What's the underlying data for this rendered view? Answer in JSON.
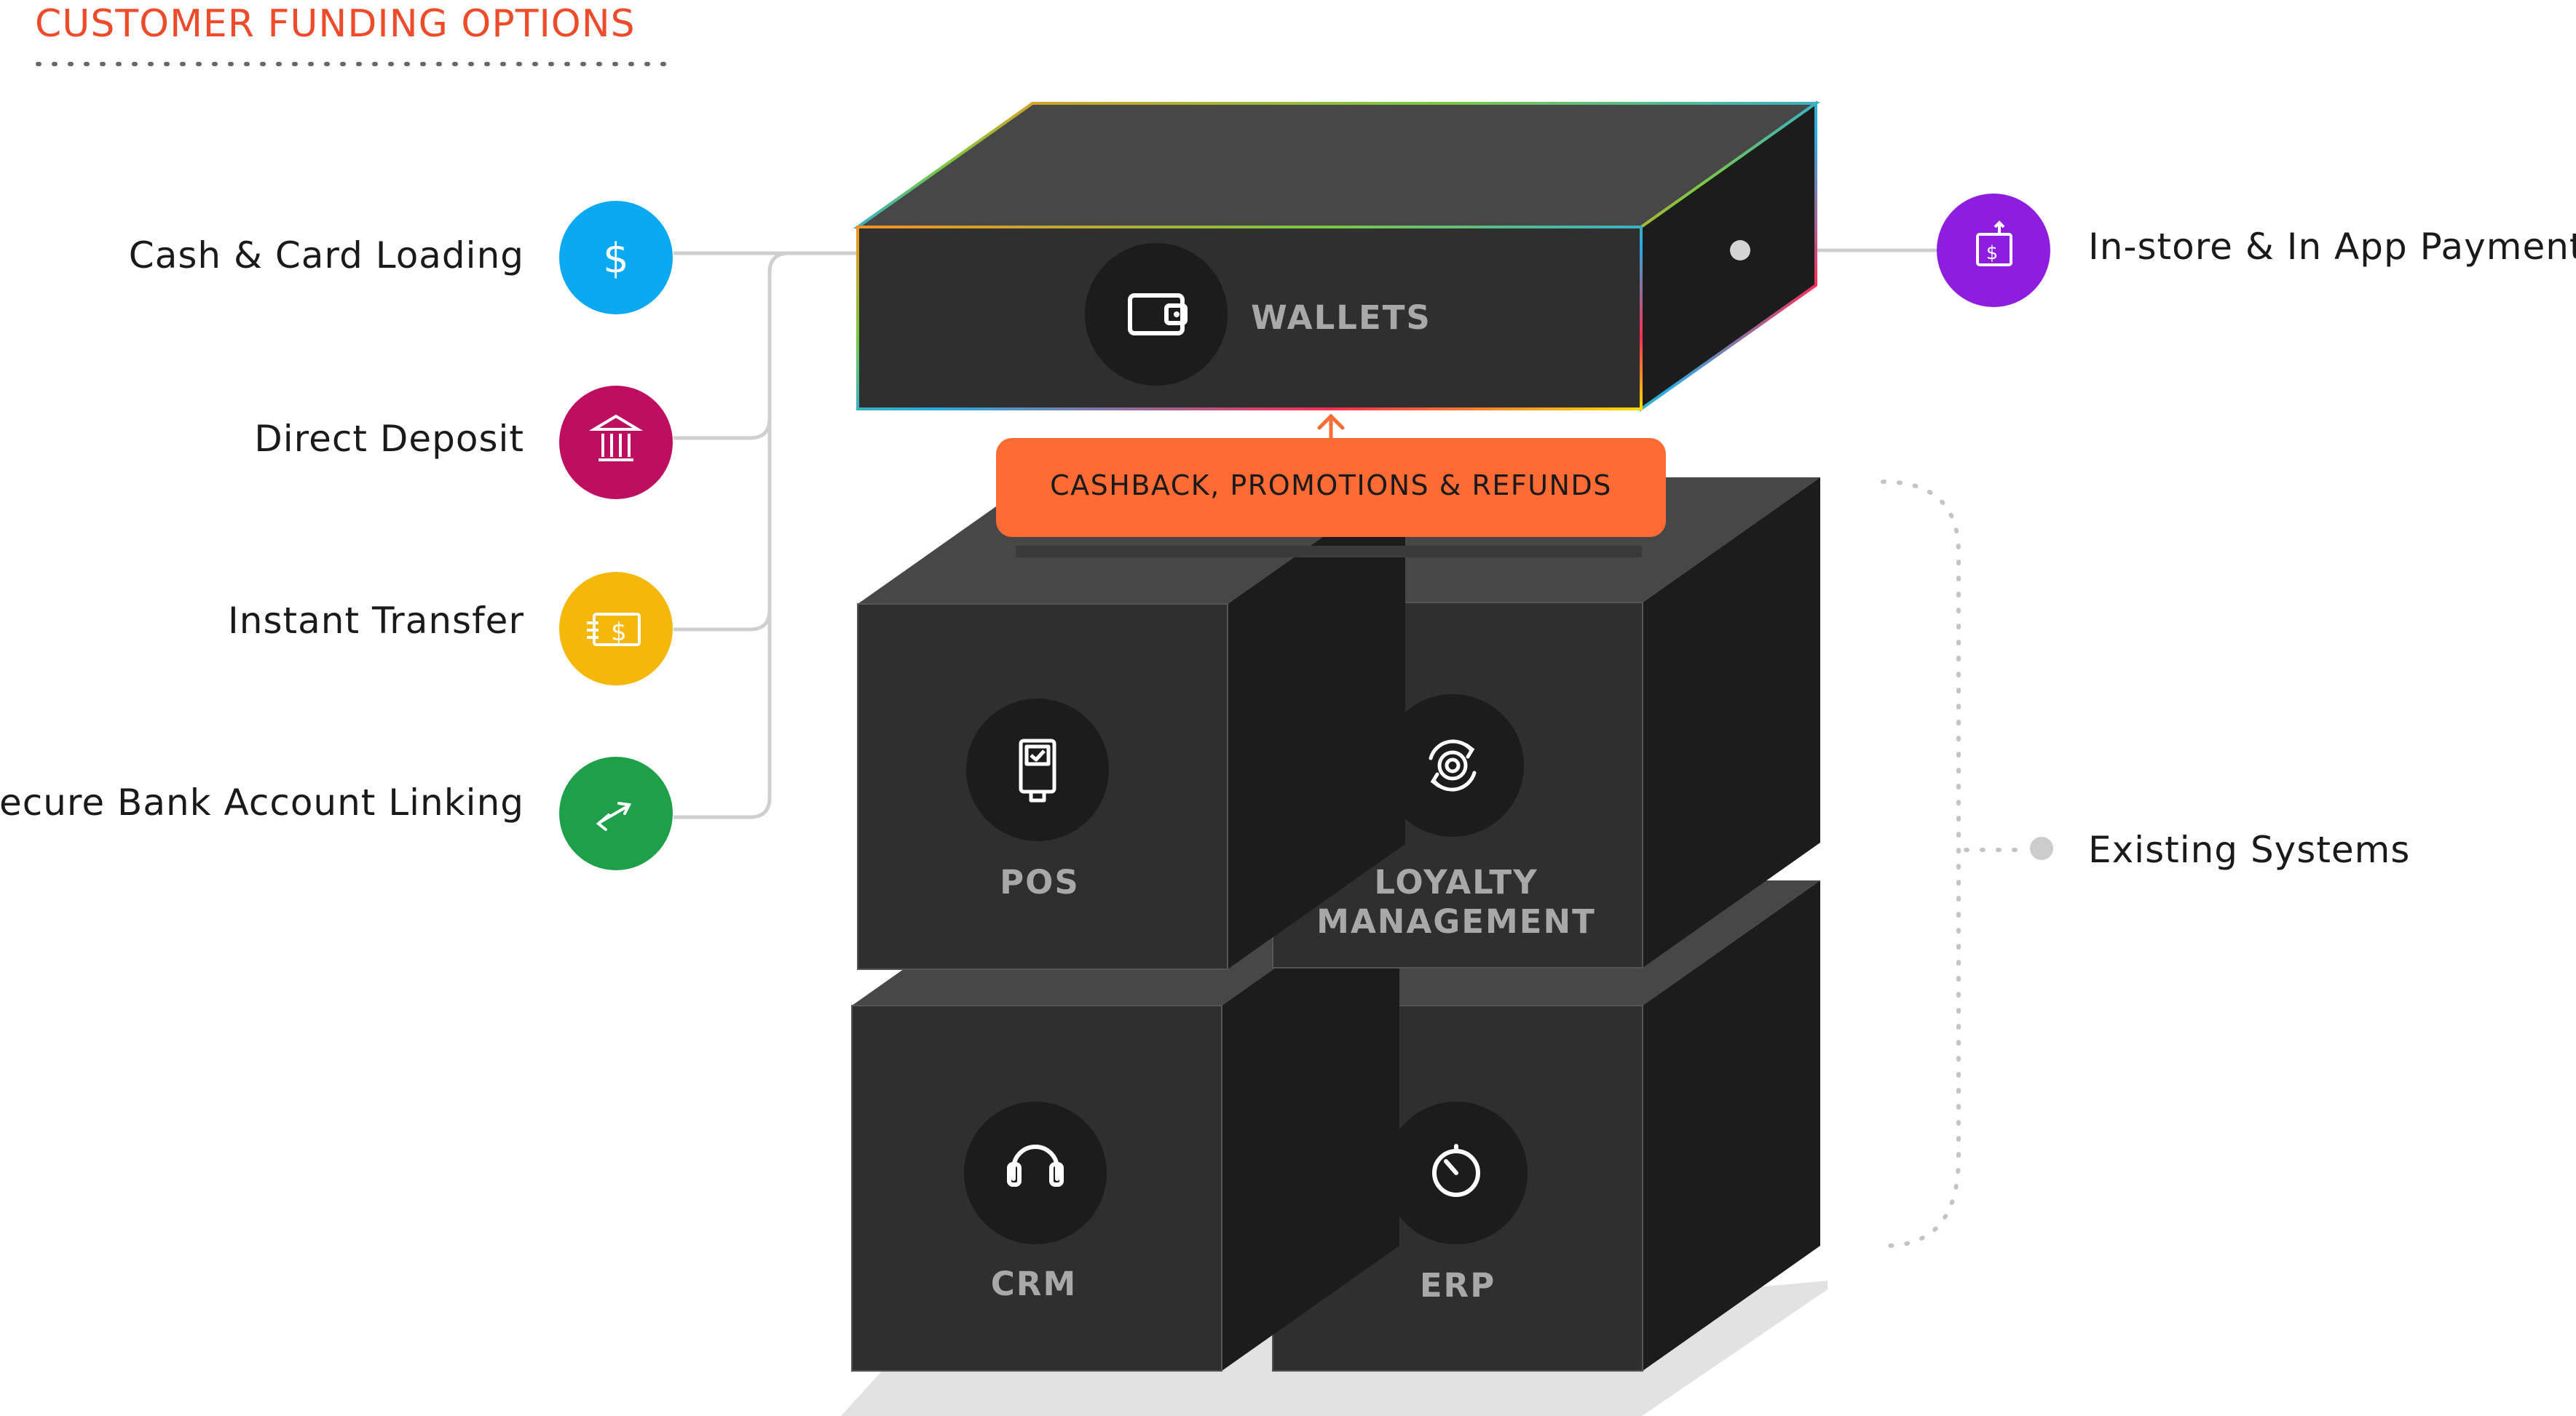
{
  "header": {
    "title": "CUSTOMER FUNDING OPTIONS"
  },
  "colors": {
    "title": "#ee4b2b",
    "dark_face": "#2f2f2f",
    "dark_top": "#474747",
    "dark_side": "#1c1c1c",
    "badge": "#ff6b35",
    "connector": "#cfcfcf"
  },
  "funding_options": [
    {
      "label": "Cash & Card Loading",
      "icon": "dollar-icon",
      "color": "#0aa9f2"
    },
    {
      "label": "Direct Deposit",
      "icon": "bank-icon",
      "color": "#bd0e5f"
    },
    {
      "label": "Instant Transfer",
      "icon": "cash-transfer-icon",
      "color": "#f6b70b"
    },
    {
      "label": "Secure Bank Account Linking",
      "icon": "exchange-arrows-icon",
      "color": "#1ea04a"
    }
  ],
  "wallet": {
    "label": "WALLETS",
    "icon": "wallet-icon"
  },
  "badge": {
    "label": "CASHBACK, PROMOTIONS & REFUNDS"
  },
  "systems": [
    {
      "label": "POS",
      "icon": "pos-terminal-icon"
    },
    {
      "label_line1": "LOYALTY",
      "label_line2": "MANAGEMENT",
      "icon": "loyalty-gear-icon"
    },
    {
      "label": "CRM",
      "icon": "headset-icon"
    },
    {
      "label": "ERP",
      "icon": "timer-icon"
    }
  ],
  "payments": {
    "label": "In-store & In App Payments",
    "icon": "payment-upload-icon",
    "color": "#8e1de0"
  },
  "existing": {
    "label": "Existing Systems"
  }
}
